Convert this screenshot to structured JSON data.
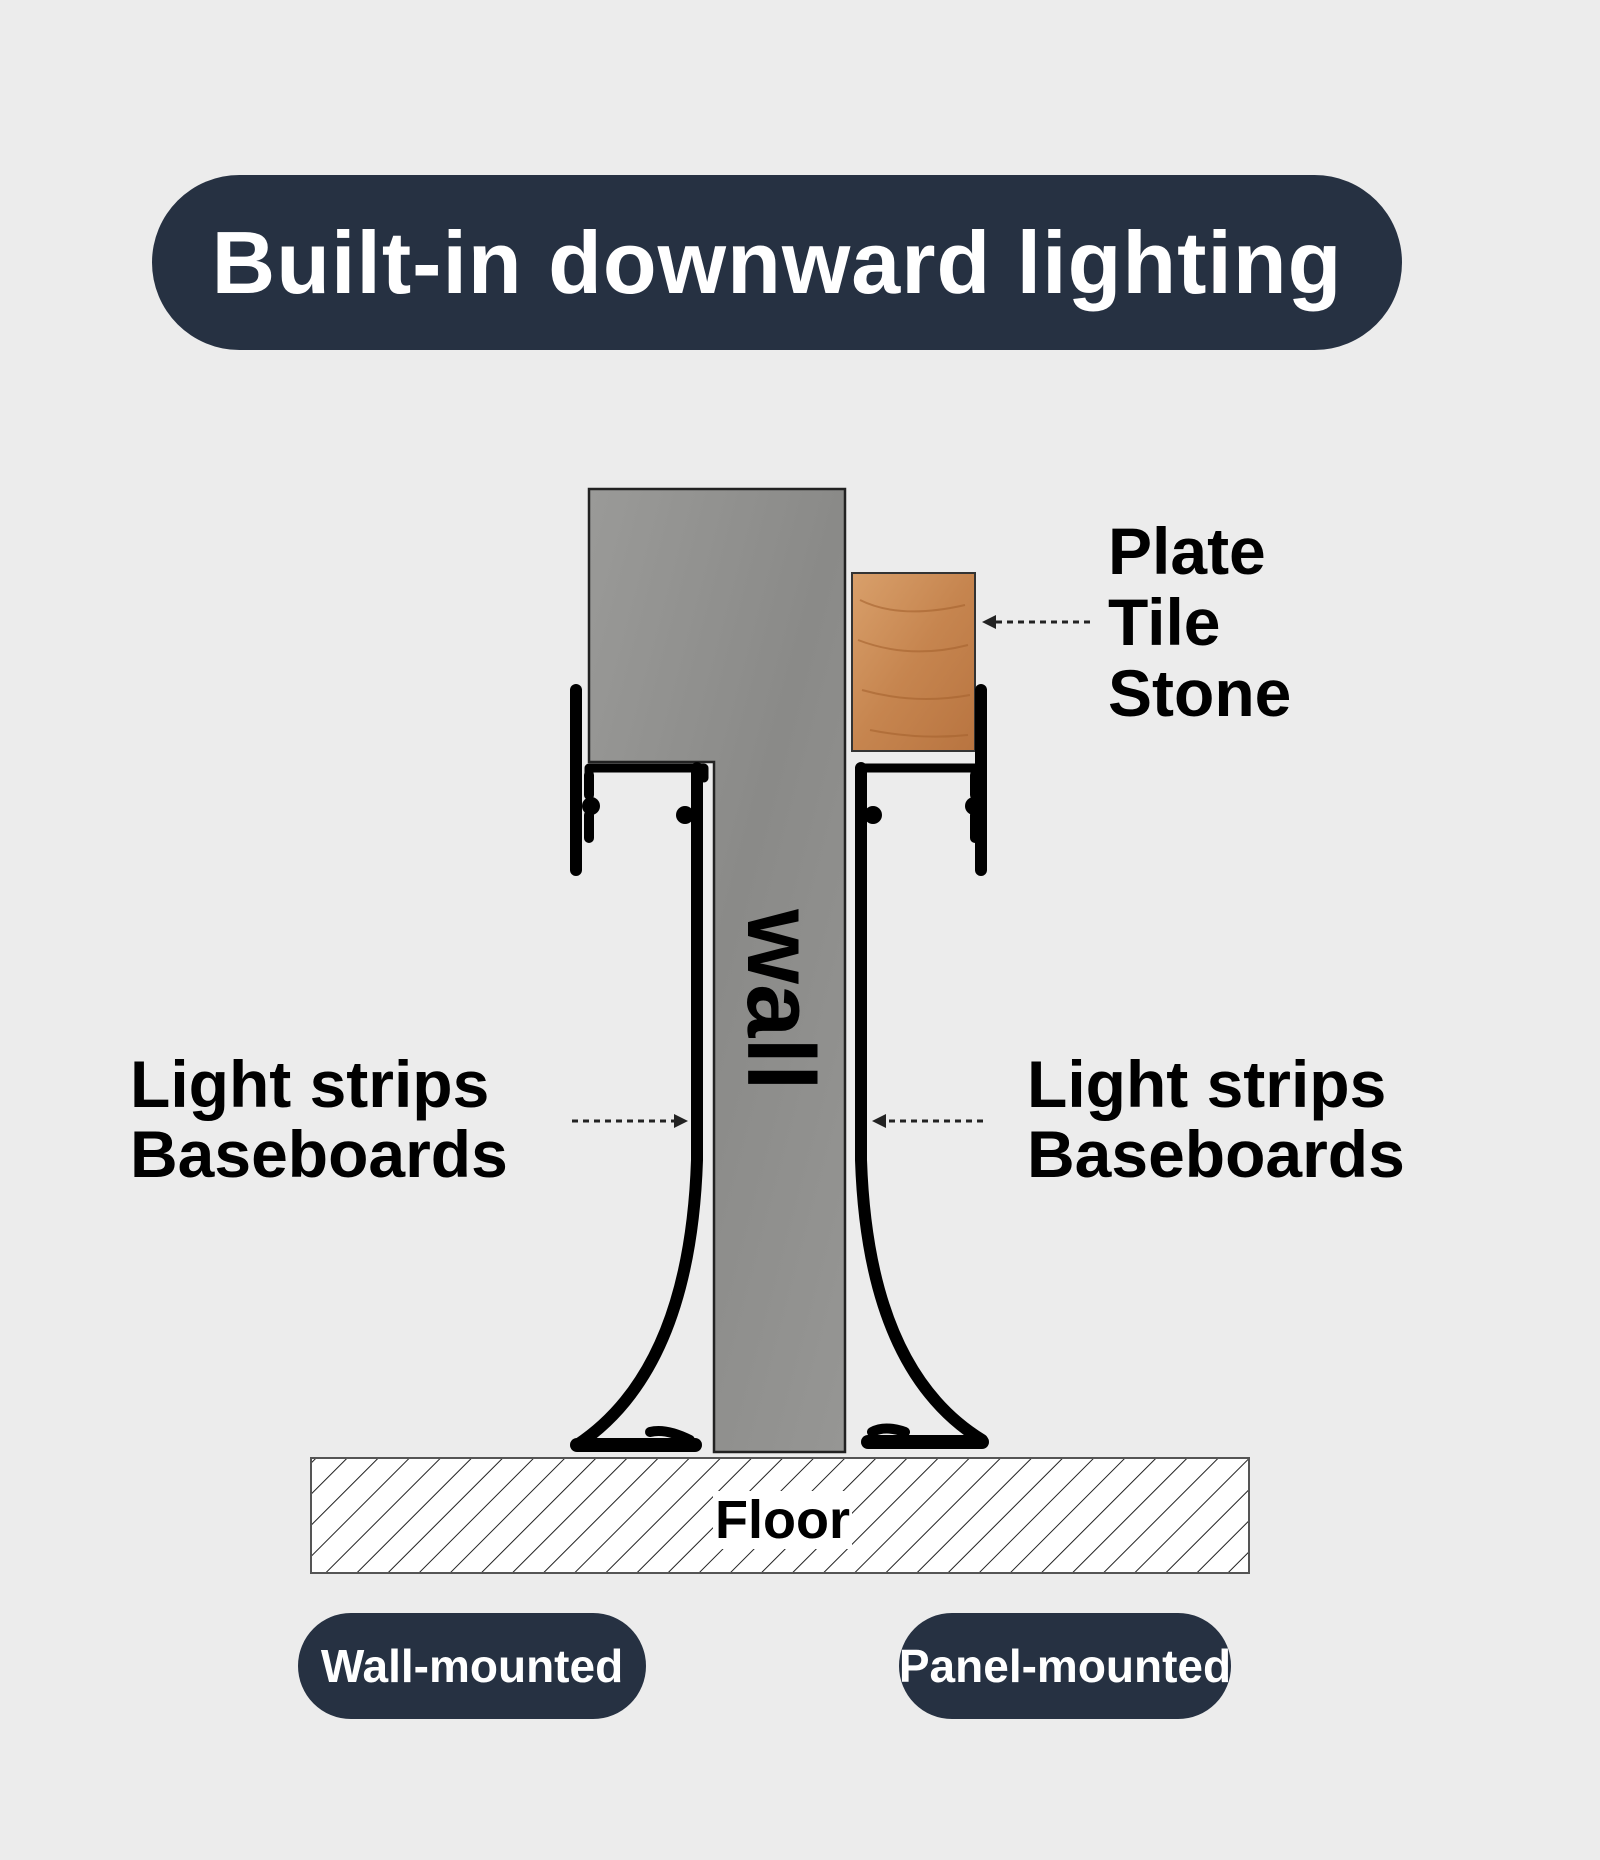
{
  "title": "Built-in downward lighting",
  "wall_label": "wall",
  "floor_label": "Floor",
  "material_label": {
    "line1": "Plate",
    "line2": "Tile",
    "line3": "Stone"
  },
  "strip_label_left": {
    "line1": "Light strips",
    "line2": "Baseboards"
  },
  "strip_label_right": {
    "line1": "Light strips",
    "line2": "Baseboards"
  },
  "mount_left": "Wall-mounted",
  "mount_right": "Panel-mounted",
  "colors": {
    "background": "#ececec",
    "pill": "#263142",
    "wall": "#8d8d8b",
    "tile": "#c98a55",
    "profile": "#000000"
  }
}
